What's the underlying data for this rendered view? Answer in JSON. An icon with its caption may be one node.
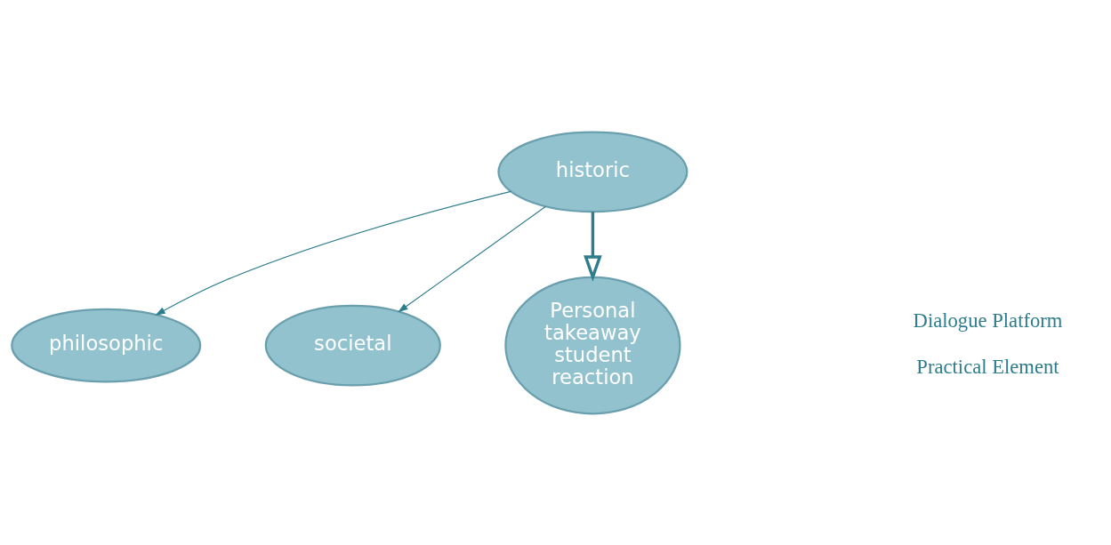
{
  "diagram": {
    "nodes": [
      {
        "text": [
          "historic"
        ]
      },
      {
        "text": [
          "philosophic"
        ]
      },
      {
        "text": [
          "societal"
        ]
      },
      {
        "text": [
          "Personal takeaway student reaction"
        ]
      }
    ],
    "edges": [
      {
        "from": 0,
        "to": 1,
        "arrow": "to"
      },
      {
        "from": 0,
        "to": 2,
        "arrow": "to"
      },
      {
        "from": 0,
        "to": 3,
        "arrow": "to",
        "style": "thick"
      }
    ],
    "labels": [
      "Dialogue Platform",
      "Practical Element"
    ]
  }
}
